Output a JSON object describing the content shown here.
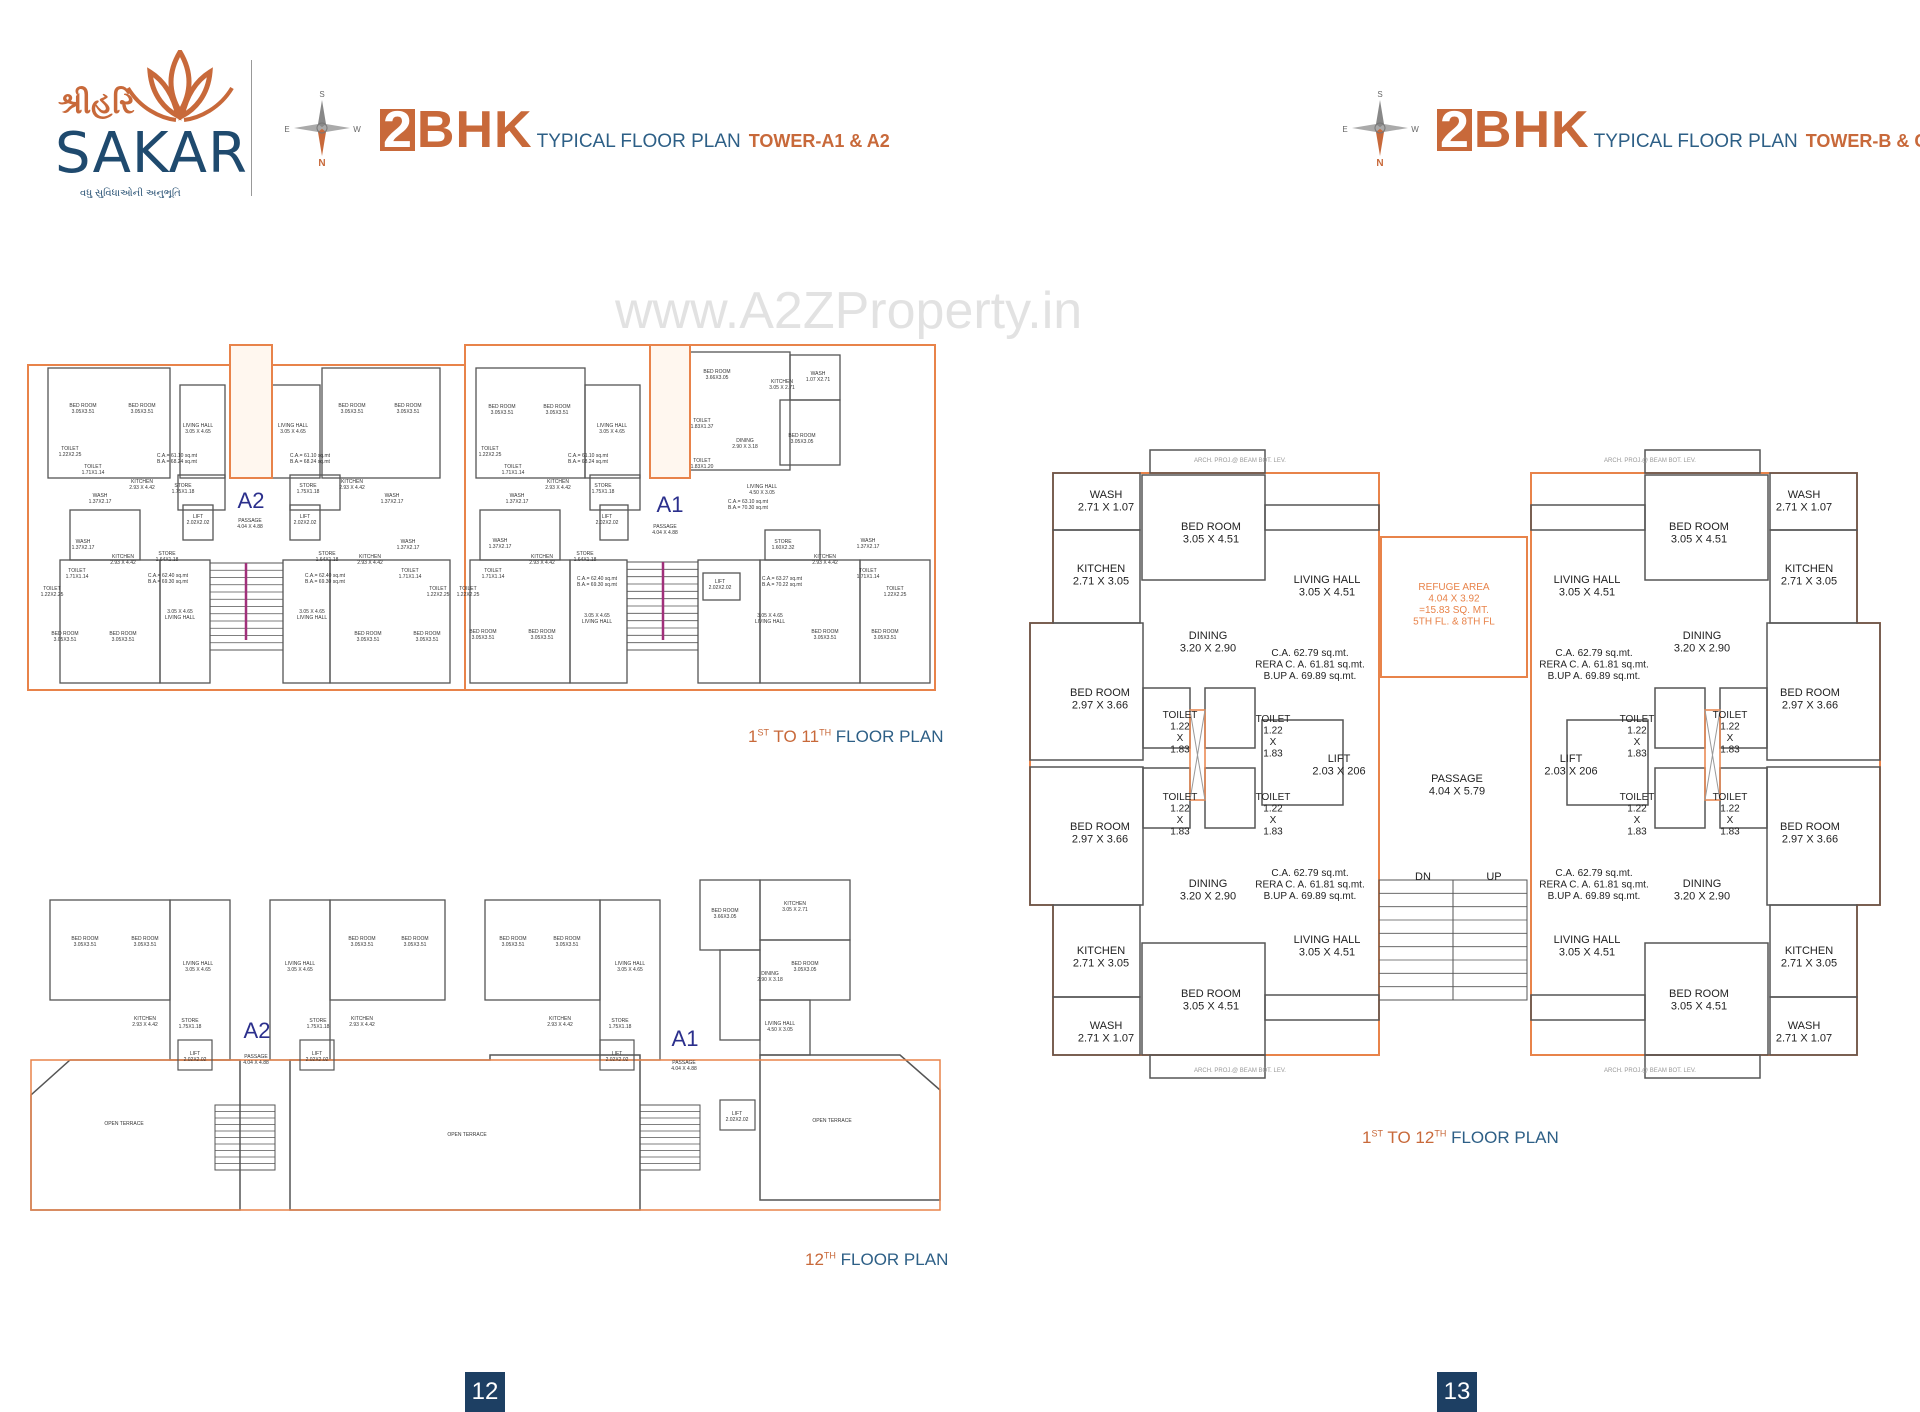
{
  "logo": {
    "script": "શ્રીહરિ",
    "brand": "SAKAR",
    "tagline": "વધુ સુવિધાઓની અનુભૂતિ",
    "colors": {
      "leaf": "#c8693a",
      "text": "#1f4a6e"
    }
  },
  "compass": {
    "n": "N",
    "s": "S",
    "e": "E",
    "w": "W"
  },
  "watermark": "www.A2ZProperty.in",
  "left_page": {
    "title": {
      "num": "2",
      "bhk": "BHK",
      "text": "TYPICAL FLOOR PLAN",
      "tower": "TOWER-A1 & A2"
    },
    "plan1": {
      "caption": {
        "n1": "1",
        "s1": "ST",
        "mid": " TO 11",
        "s2": "TH",
        "rest": " FLOOR PLAN"
      },
      "wing_labels": [
        "A2",
        "A1"
      ],
      "rooms": [
        [
          "BED ROOM",
          "3.05X3.51"
        ],
        [
          "BED ROOM",
          "3.05X3.51"
        ],
        [
          "LIVING HALL",
          "3.05 X 4.65"
        ],
        [
          "LIVING HALL",
          "3.05 X 4.65"
        ],
        [
          "BED ROOM",
          "3.05X3.51"
        ],
        [
          "BED ROOM",
          "3.05X3.51"
        ],
        [
          "TOILET",
          "1.22X2.25"
        ],
        [
          "TOILET",
          "1.71X1.14"
        ],
        [
          "KITCHEN",
          "2.93 X 4.42"
        ],
        [
          "KITCHEN",
          "2.93 X 4.42"
        ],
        [
          "WASH",
          "1.37X2.17"
        ],
        [
          "WASH",
          "1.37X2.17"
        ],
        [
          "STORE",
          "1.75X1.18"
        ],
        [
          "STORE",
          "1.75X1.18"
        ],
        [
          "PASSAGE",
          "4.04 X 4.88"
        ],
        [
          "LIFT",
          "2.02X2.02"
        ],
        [
          "LIFT",
          "2.02X2.02"
        ],
        [
          "WASH",
          "1.37X2.17"
        ],
        [
          "KITCHEN",
          "2.93 X 4.42"
        ],
        [
          "STORE",
          "1.64X1.18"
        ],
        [
          "KITCHEN",
          "2.93 X 4.42"
        ],
        [
          "STORE",
          "1.64X1.18"
        ],
        [
          "WASH",
          "1.37X2.17"
        ],
        [
          "TOILET",
          "1.71X1.14"
        ],
        [
          "TOILET",
          "1.22X2.25"
        ],
        [
          "TOILET",
          "1.71X1.14"
        ],
        [
          "TOILET",
          "1.22X2.25"
        ],
        [
          "C.A.= 62.40 sq.mt",
          "B.A.= 69.30 sq.mt"
        ],
        [
          "C.A.= 62.40 sq.mt",
          "B.A.= 69.30 sq.mt"
        ],
        [
          "C.A.= 61.10 sq.mt",
          "B.A.= 68.24 sq.mt"
        ],
        [
          "C.A.= 61.10 sq.mt",
          "B.A.= 68.24 sq.mt"
        ],
        [
          "3.05 X 4.65",
          "LIVING HALL"
        ],
        [
          "3.05 X 4.65",
          "LIVING HALL"
        ],
        [
          "BED ROOM",
          "3.05X3.51"
        ],
        [
          "BED ROOM",
          "3.05X3.51"
        ],
        [
          "BED ROOM",
          "3.05X3.51"
        ],
        [
          "BED ROOM",
          "3.05X3.51"
        ],
        [
          "BED ROOM",
          "3.05X3.51"
        ],
        [
          "BED ROOM",
          "3.05X3.51"
        ],
        [
          "LIVING HALL",
          "3.05 X 4.65"
        ],
        [
          "TOILET",
          "1.22X2.25"
        ],
        [
          "TOILET",
          "1.71X1.14"
        ],
        [
          "KITCHEN",
          "2.93 X 4.42"
        ],
        [
          "WASH",
          "1.37X2.17"
        ],
        [
          "STORE",
          "1.75X1.18"
        ],
        [
          "C.A.= 61.10 sq.mt",
          "B.A.= 68.24 sq.mt"
        ],
        [
          "PASSAGE",
          "4.04 X 4.88"
        ],
        [
          "LIFT",
          "2.02X2.02"
        ],
        [
          "BED ROOM",
          "3.66X3.05"
        ],
        [
          "KITCHEN",
          "3.05 X 2.71"
        ],
        [
          "WASH",
          "1.07 X2.71"
        ],
        [
          "TOILET",
          "1.83X1.37"
        ],
        [
          "DINING",
          "2.90 X 3.18"
        ],
        [
          "BED ROOM",
          "3.05X3.05"
        ],
        [
          "TOILET",
          "1.83X1.20"
        ],
        [
          "LIVING HALL",
          "4.50 X 3.05"
        ],
        [
          "C.A.= 63.10 sq.mt",
          "B.A.= 70.30 sq.mt"
        ],
        [
          "WASH",
          "1.37X2.17"
        ],
        [
          "KITCHEN",
          "2.93 X 4.42"
        ],
        [
          "STORE",
          "1.64X1.18"
        ],
        [
          "TOILET",
          "1.71X1.14"
        ],
        [
          "TOILET",
          "1.22X2.25"
        ],
        [
          "C.A.= 62.40 sq.mt",
          "B.A.= 69.30 sq.mt"
        ],
        [
          "3.05 X 4.65",
          "LIVING HALL"
        ],
        [
          "BED ROOM",
          "3.05X3.51"
        ],
        [
          "BED ROOM",
          "3.05X3.51"
        ],
        [
          "LIFT",
          "2.02X2.02"
        ],
        [
          "STORE",
          "1.60X2.32"
        ],
        [
          "KITCHEN",
          "2.93 X 4.42"
        ],
        [
          "WASH",
          "1.37X2.17"
        ],
        [
          "TOILET",
          "1.71X1.14"
        ],
        [
          "TOILET",
          "1.22X2.25"
        ],
        [
          "C.A.= 63.27 sq.mt",
          "B.A.= 70.22 sq.mt"
        ],
        [
          "3.05 X 4.65",
          "LIVING HALL"
        ],
        [
          "BED ROOM",
          "3.05X3.51"
        ],
        [
          "BED ROOM",
          "3.05X3.51"
        ]
      ]
    },
    "plan2": {
      "caption": {
        "n1": "12",
        "s1": "TH",
        "rest": " FLOOR PLAN"
      },
      "wing_labels": [
        "A2",
        "A1"
      ],
      "rooms": [
        [
          "OPEN TERRACE",
          ""
        ],
        [
          "OPEN TERRACE",
          ""
        ],
        [
          "OPEN TERRACE",
          ""
        ],
        [
          "PASSAGE",
          "4.04 X 4.88"
        ],
        [
          "PASSAGE",
          "4.04 X 4.88"
        ],
        [
          "LIFT",
          "2.02X2.02"
        ],
        [
          "LIFT",
          "2.02X2.02"
        ],
        [
          "LIFT",
          "2.02X2.02"
        ],
        [
          "LIFT",
          "2.02X2.02"
        ],
        [
          "BED ROOM",
          "3.05X3.51"
        ],
        [
          "BED ROOM",
          "3.05X3.51"
        ],
        [
          "LIVING HALL",
          "3.05 X 4.65"
        ],
        [
          "LIVING HALL",
          "3.05 X 4.65"
        ],
        [
          "BED ROOM",
          "3.05X3.51"
        ],
        [
          "BED ROOM",
          "3.05X3.51"
        ],
        [
          "BED ROOM",
          "3.05X3.51"
        ],
        [
          "BED ROOM",
          "3.05X3.51"
        ],
        [
          "LIVING HALL",
          "3.05 X 4.65"
        ],
        [
          "BED ROOM",
          "3.66X3.05"
        ],
        [
          "KITCHEN",
          "3.05 X 2.71"
        ],
        [
          "DINING",
          "2.90 X 3.18"
        ],
        [
          "BED ROOM",
          "3.05X3.05"
        ],
        [
          "LIVING HALL",
          "4.50 X 3.05"
        ],
        [
          "KITCHEN",
          "2.93 X 4.42"
        ],
        [
          "KITCHEN",
          "2.93 X 4.42"
        ],
        [
          "KITCHEN",
          "2.93 X 4.42"
        ],
        [
          "STORE",
          "1.75X1.18"
        ],
        [
          "STORE",
          "1.75X1.18"
        ],
        [
          "STORE",
          "1.75X1.18"
        ]
      ]
    },
    "page_number": "12"
  },
  "right_page": {
    "title": {
      "num": "2",
      "bhk": "BHK",
      "text": "TYPICAL FLOOR PLAN",
      "tower": "TOWER-B & C"
    },
    "plan": {
      "caption": {
        "n1": "1",
        "s1": "ST",
        "mid": " TO 12",
        "s2": "TH",
        "rest": " FLOOR PLAN"
      },
      "refuge": [
        "REFUGE AREA",
        "4.04 X 3.92",
        "=15.83 SQ. MT.",
        "5TH FL. & 8TH FL"
      ],
      "passage": [
        "PASSAGE",
        "4.04 X 5.79"
      ],
      "stairs": {
        "dn": "DN",
        "up": "UP"
      },
      "arch_note": "ARCH. PROJ.@ BEAM BOT. LEV.",
      "rooms": [
        [
          "WASH",
          "2.71 X 1.07"
        ],
        [
          "BED ROOM",
          "3.05 X 4.51"
        ],
        [
          "KITCHEN",
          "2.71 X 3.05"
        ],
        [
          "LIVING HALL",
          "3.05 X 4.51"
        ],
        [
          "DINING",
          "3.20 X 2.90"
        ],
        [
          "BED ROOM",
          "2.97 X 3.66"
        ],
        [
          "LIFT",
          "2.03 X 206"
        ],
        [
          "BED ROOM",
          "2.97 X 3.66"
        ],
        [
          "DINING",
          "3.20 X 2.90"
        ],
        [
          "LIVING HALL",
          "3.05 X 4.51"
        ],
        [
          "KITCHEN",
          "2.71 X 3.05"
        ],
        [
          "BED ROOM",
          "3.05 X 4.51"
        ],
        [
          "WASH",
          "2.71 X 1.07"
        ]
      ],
      "toilet": [
        "TOILET",
        "1.22",
        "X",
        "1.83"
      ],
      "area": [
        "C.A. 62.79 sq.mt.",
        "RERA C. A. 61.81 sq.mt.",
        "B.UP A. 69.89 sq.mt."
      ]
    },
    "page_number": "13"
  },
  "colors": {
    "orange": "#c8693a",
    "navy": "#1f4a6e",
    "outline": "#e8834a",
    "page_box": "#1d3f63"
  }
}
